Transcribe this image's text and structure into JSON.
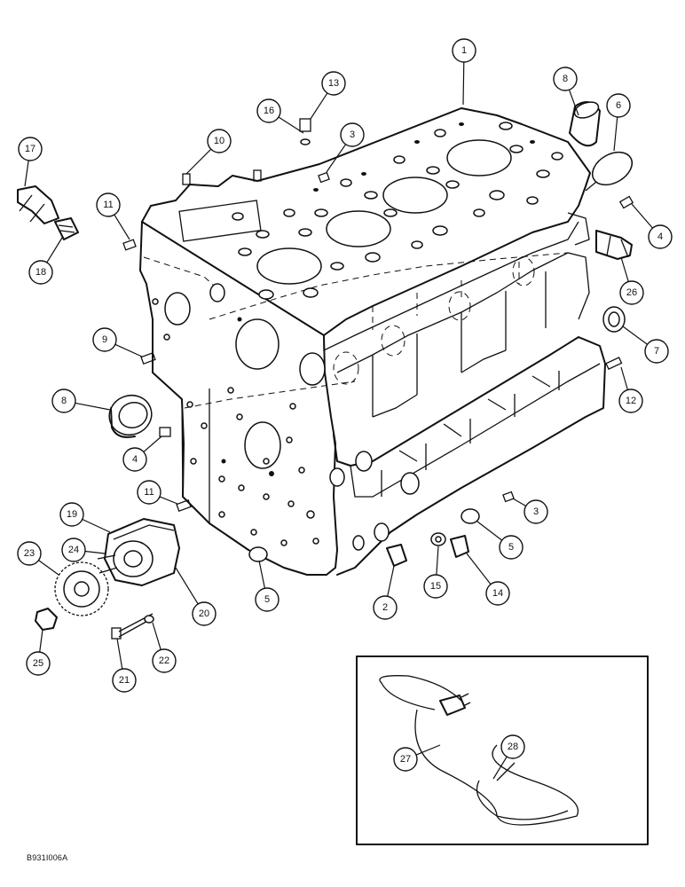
{
  "figure_code": "B931I006A",
  "callouts": [
    {
      "label": "1"
    },
    {
      "label": "13"
    },
    {
      "label": "8"
    },
    {
      "label": "6"
    },
    {
      "label": "16"
    },
    {
      "label": "10"
    },
    {
      "label": "3"
    },
    {
      "label": "17"
    },
    {
      "label": "11"
    },
    {
      "label": "4"
    },
    {
      "label": "18"
    },
    {
      "label": "26"
    },
    {
      "label": "9"
    },
    {
      "label": "7"
    },
    {
      "label": "8"
    },
    {
      "label": "12"
    },
    {
      "label": "4"
    },
    {
      "label": "11"
    },
    {
      "label": "3"
    },
    {
      "label": "19"
    },
    {
      "label": "5"
    },
    {
      "label": "23"
    },
    {
      "label": "24"
    },
    {
      "label": "5"
    },
    {
      "label": "20"
    },
    {
      "label": "2"
    },
    {
      "label": "15"
    },
    {
      "label": "14"
    },
    {
      "label": "25"
    },
    {
      "label": "21"
    },
    {
      "label": "22"
    },
    {
      "label": "27"
    },
    {
      "label": "28"
    }
  ]
}
